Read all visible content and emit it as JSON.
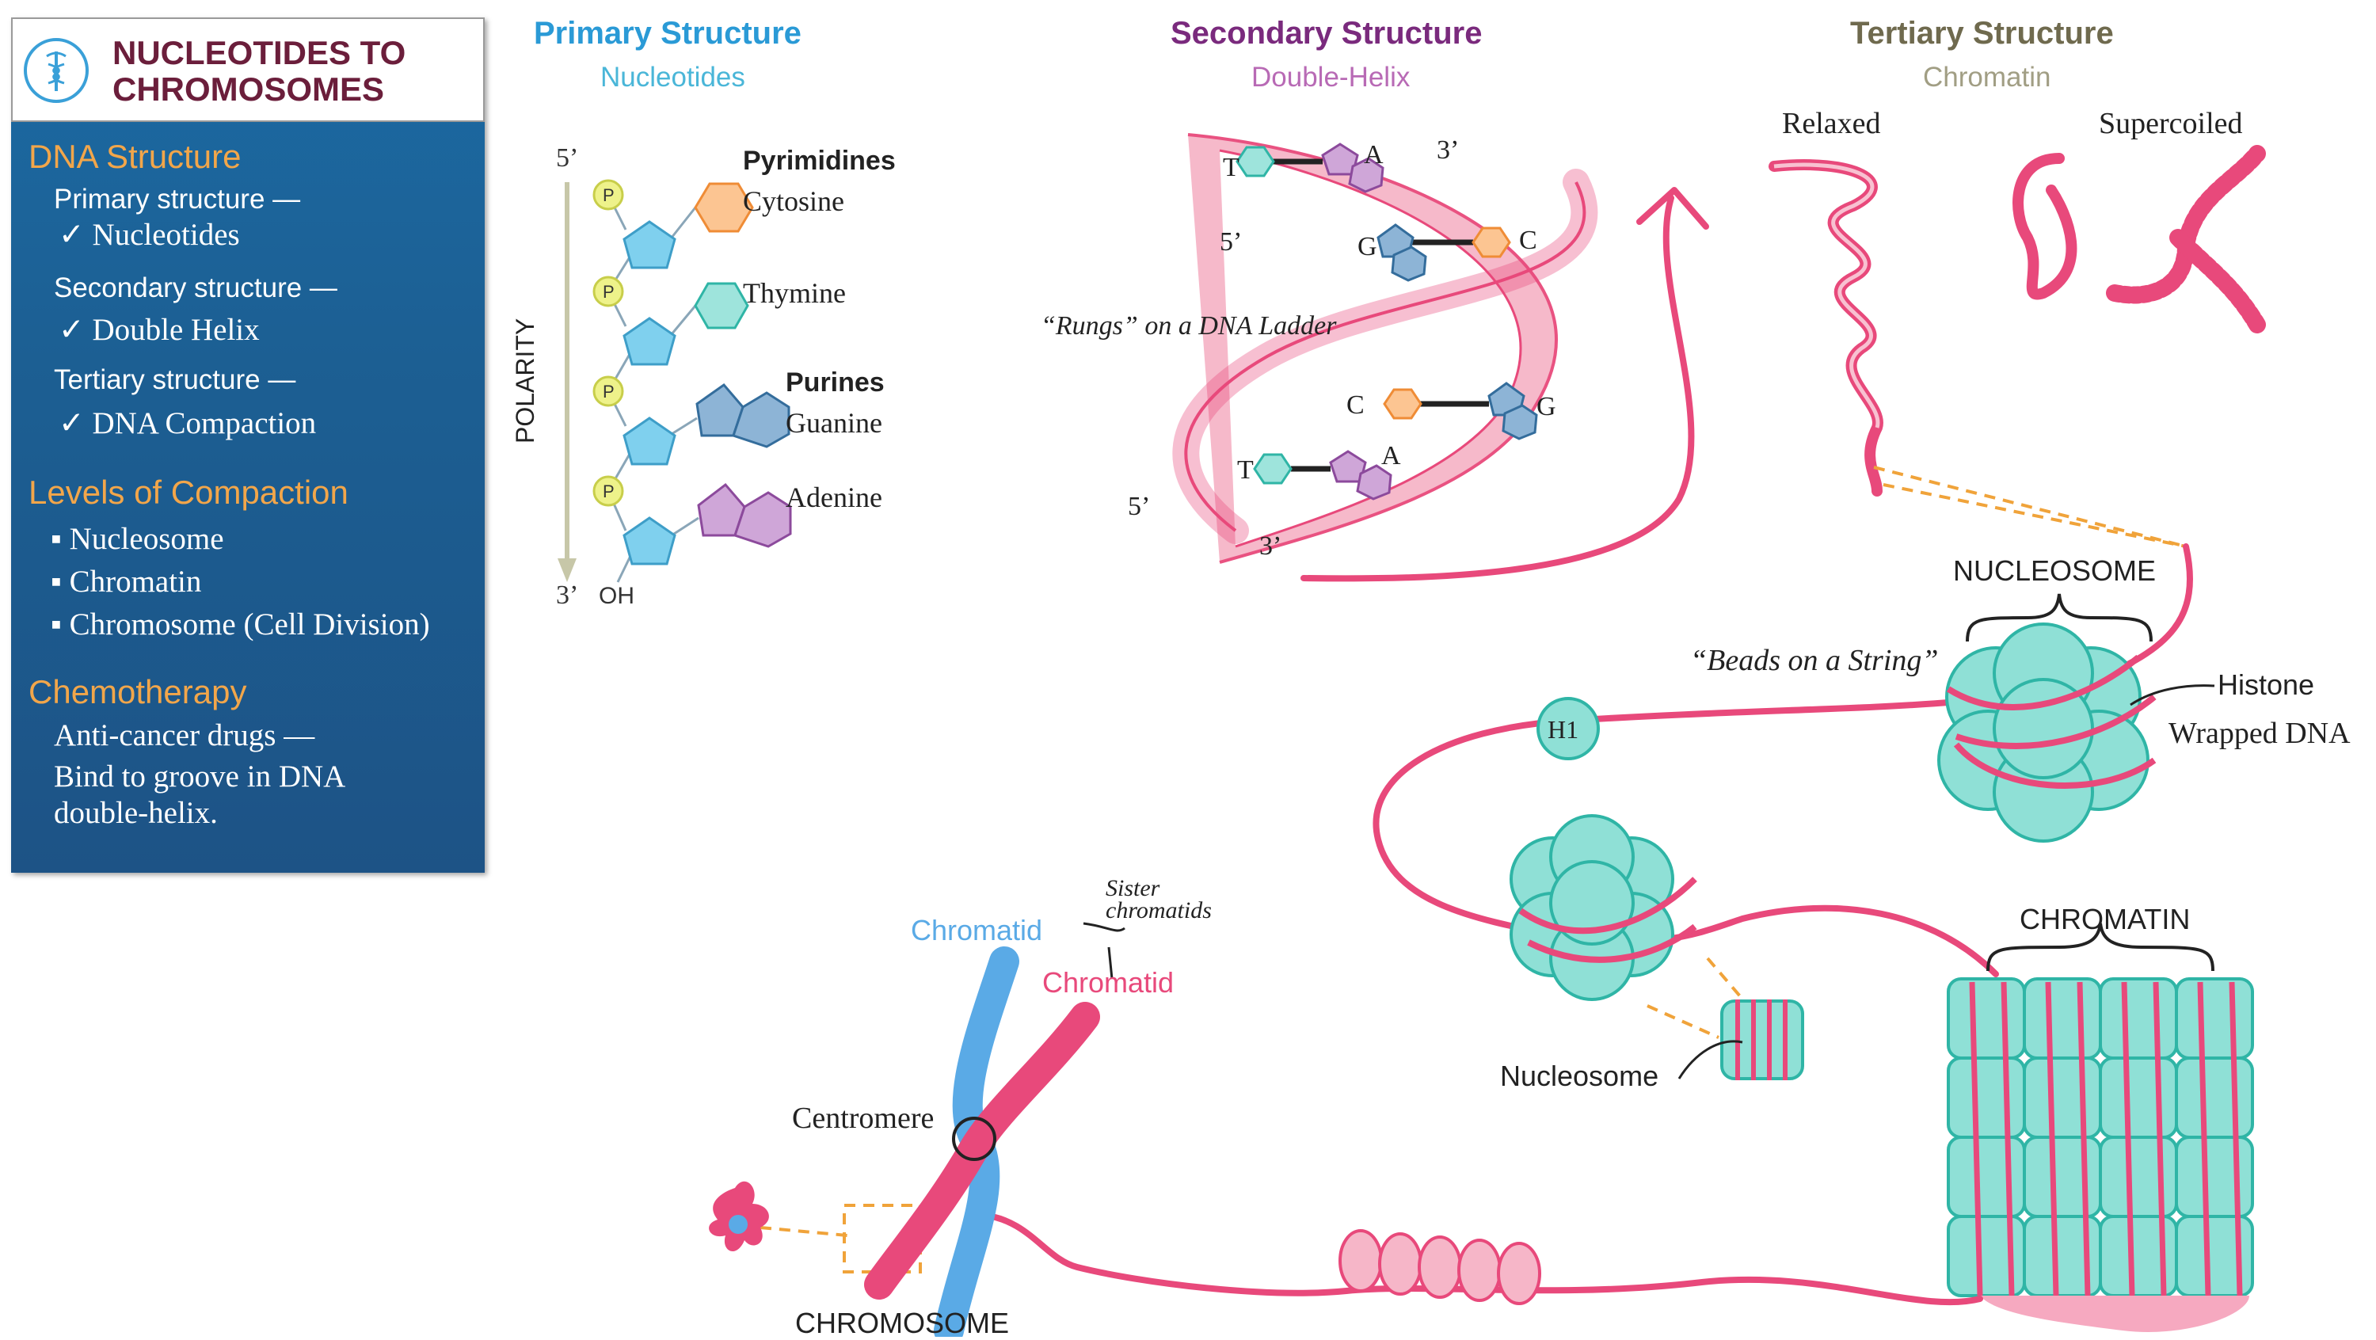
{
  "sidebar": {
    "title_line1": "NUCLEOTIDES TO",
    "title_line2": "CHROMOSOMES",
    "logo_icon": "caduceus-icon",
    "section1": "DNA Structure",
    "s1_item1": "Primary structure —",
    "s1_item1_check": "Nucleotides",
    "s1_item2": "Secondary structure —",
    "s1_item2_check": "Double Helix",
    "s1_item3": "Tertiary structure —",
    "s1_item3_check": "DNA Compaction",
    "section2": "Levels of Compaction",
    "s2_items": [
      "Nucleosome",
      "Chromatin",
      "Chromosome (Cell Division)"
    ],
    "section3": "Chemotherapy",
    "s3_line1": "Anti-cancer drugs —",
    "s3_line2": "Bind to groove in DNA",
    "s3_line3": "double-helix."
  },
  "primary": {
    "title": "Primary Structure",
    "subtitle": "Nucleotides",
    "end5": "5’",
    "end3": "3’",
    "oh": "OH",
    "polarity": "POLARITY",
    "phosphate": "P",
    "pyrimidines": "Pyrimidines",
    "purines": "Purines",
    "cytosine": "Cytosine",
    "thymine": "Thymine",
    "guanine": "Guanine",
    "adenine": "Adenine"
  },
  "secondary": {
    "title": "Secondary Structure",
    "subtitle": "Double-Helix",
    "rungs": "“Rungs” on a DNA Ladder",
    "five": "5’",
    "three": "3’",
    "bases": [
      "T",
      "A",
      "G",
      "C",
      "C",
      "G",
      "T",
      "A"
    ]
  },
  "tertiary": {
    "title": "Tertiary Structure",
    "subtitle": "Chromatin",
    "relaxed": "Relaxed",
    "supercoiled": "Supercoiled"
  },
  "compaction": {
    "nucleosome_caps": "NUCLEOSOME",
    "beads": "“Beads on a String”",
    "histone": "Histone",
    "wrapped": "Wrapped DNA",
    "h1": "H1",
    "nucleosome": "Nucleosome",
    "chromatin_caps": "CHROMATIN"
  },
  "chromosome": {
    "chromatid_blue": "Chromatid",
    "chromatid_pink": "Chromatid",
    "sister1": "Sister",
    "sister2": "chromatids",
    "centromere": "Centromere",
    "label": "CHROMOSOME"
  },
  "colors": {
    "primary_title": "#2a9ad6",
    "secondary_title": "#7a2a7d",
    "tertiary_title": "#6f6a4e",
    "dna_pink": "#e8497b",
    "histone_teal": "#8fe0d6",
    "blue_chromatid": "#5aaae6"
  }
}
